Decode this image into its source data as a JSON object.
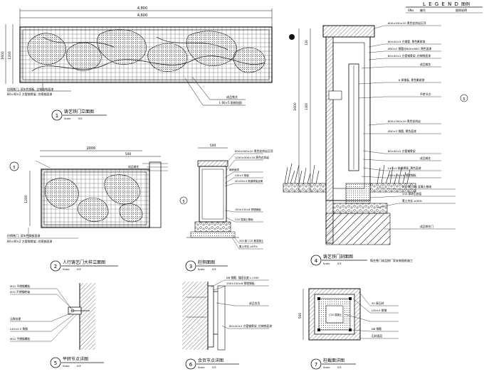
{
  "legend": {
    "title": "L E G E N D",
    "right": "图例",
    "col_no": "SNo.",
    "col_name": "编号",
    "col_desc": "图例说明"
  },
  "details": [
    {
      "num": "1",
      "title": "铸艺铁门立面图",
      "scale": "Scale",
      "sheet": "ICE"
    },
    {
      "num": "2",
      "title": "人行铸艺门大样立面图",
      "scale": "Scale",
      "sheet": "ICE"
    },
    {
      "num": "3",
      "title": "柱侧面图",
      "scale": "Scale",
      "sheet": "ICE"
    },
    {
      "num": "4",
      "title": "铸艺铁门剖面图",
      "scale": "Scale",
      "sheet": "ICE"
    },
    {
      "num": "5",
      "title": "平转节点详图",
      "scale": "Scale",
      "sheet": "ICE"
    },
    {
      "num": "6",
      "title": "合页节点详图",
      "scale": "Scale",
      "sheet": "ICE"
    },
    {
      "num": "7",
      "title": "柱截面详图",
      "scale": "Scale",
      "sheet": "ICE"
    }
  ],
  "d1": {
    "width_total": "4,600",
    "width_overall": "4,800",
    "height_left": "1200",
    "height_right": "1600",
    "note1": "仿铸铁门, 深灰色钢板, 全钢结构面漆",
    "note1b": "80×40×2 方管钢骨架, 仿铸铁面漆",
    "note2": "成品铁艺",
    "note3": "L 60×5 角钢加固"
  },
  "d2": {
    "dim_a": "2000",
    "dim_b": "500",
    "dim_c": "1200",
    "note1": "成品铸艺",
    "note2": "仿铸铁门, 深灰色钢板面漆",
    "note3": "80×40×2 方管钢骨架, 仿铸铁面漆"
  },
  "d3": {
    "dim_top": "500",
    "note_cap": "600×500×20 黑色花岗岩压顶",
    "note_a": "1200×500×30 黑色花岗岩",
    "note_b": "40×40×4 角钢焊接龙骨",
    "note_c": "150×150×8 预埋钢板",
    "note_d": "C20 混凝土基础",
    "note_e": "200 厚 C15 素混凝土",
    "note_f": "素土夯实 ≥93%",
    "note_g": "L50×3 角钢",
    "note_h": "铸铁面漆"
  },
  "d4": {
    "dim_total": "1600",
    "dim_top": "120",
    "dim_mid": "1300",
    "n1": "600×500×20 黑色花岗岩压顶",
    "n2": "60×40×4 方钢管, 黑色氟碳漆",
    "n3": "Ø50×2 钢管@600×600, 黑色面漆",
    "n4": "80×40×2 方管钢骨架, 仿铸铁面漆",
    "n5": "成品铸艺",
    "n6": "8 厚钢板, 黑色氟碳漆",
    "n7": "平转节点",
    "n8": "600×300×20 黑色花岗岩",
    "n9": "Ø50×2 钢管, 黑色面漆",
    "n10": "80×40×2 方管钢骨架",
    "n11": "成品铸艺",
    "n12": "L40×3 角钢焊接, 黑色面漆",
    "n13": "150×150×8 预埋钢板",
    "n14": "200 厚 C20 混凝土基础",
    "n15": "100 厚碎石垫层",
    "n16": "素土夯实 ≥93%",
    "n17": "成品铁艺门",
    "sub": "铸艺铁门成品按厂家安装图纸施工"
  },
  "d5": {
    "n1": "M12 不锈钢螺栓",
    "n2": "Ø12 不锈钢转轴",
    "n3": "压焊处理",
    "n4": "L40×2.5 角钢",
    "n5": "M12 不锈钢螺栓"
  },
  "d6": {
    "n1": "Ø8 钢筋, 锚固长度 L=500",
    "n2": "150×150×8 预埋钢板",
    "n3": "成品合页",
    "n4": "80×40×2 方管钢骨架, 仿铸铁面漆"
  },
  "d7": {
    "dim": "500",
    "n1": "30 厚石材",
    "n2": "L50×3 角钢",
    "n3": "C20 混凝土",
    "n4": "Ø8 钢筋",
    "n5": "石材面层"
  },
  "colors": {
    "ink": "#111111",
    "paper": "#ffffff",
    "hatch": "#333333"
  }
}
